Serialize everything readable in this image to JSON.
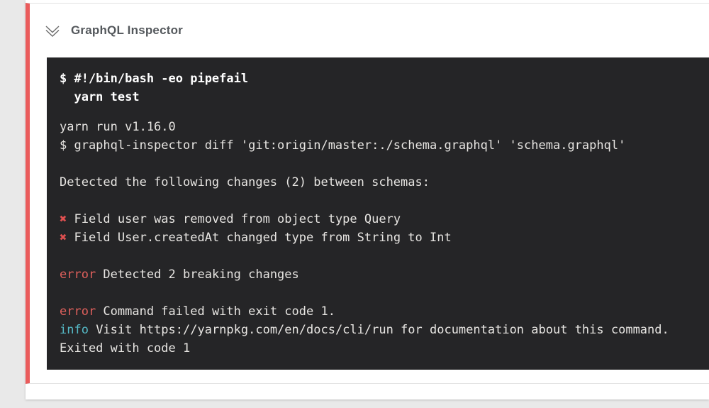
{
  "colors": {
    "page_bg": "#e9e9e9",
    "panel_bg": "#ffffff",
    "step_red": "#ea5c5c",
    "hairline": "#e3e3e3",
    "title_color": "#54585c",
    "icon_gray": "#6e6e6e",
    "term_bg": "#252527",
    "term_text": "#e7e5e2",
    "term_bold": "#ffffff",
    "cross_red": "#df5050",
    "error_red": "#e0605c",
    "info_cyan": "#55b9c6"
  },
  "step": {
    "title": "GraphQL Inspector",
    "collapse_icon": "chevron-double-down",
    "status": "failed"
  },
  "terminal": {
    "command_lines": [
      "$ #!/bin/bash -eo pipefail",
      "  yarn test"
    ],
    "output_lines": [
      [
        {
          "t": "yarn run v1.16.0"
        }
      ],
      [
        {
          "t": "$ graphql-inspector diff 'git:origin/master:./schema.graphql' 'schema.graphql'"
        }
      ],
      [],
      [
        {
          "t": "Detected the following changes (2) between schemas:"
        }
      ],
      [],
      [
        {
          "t": "✖",
          "c": "cross"
        },
        {
          "t": " Field user was removed from object type Query"
        }
      ],
      [
        {
          "t": "✖",
          "c": "cross"
        },
        {
          "t": " Field User.createdAt changed type from String to Int"
        }
      ],
      [],
      [
        {
          "t": "error",
          "c": "error"
        },
        {
          "t": " Detected 2 breaking changes"
        }
      ],
      [],
      [
        {
          "t": "error",
          "c": "error"
        },
        {
          "t": " Command failed with exit code 1."
        }
      ],
      [
        {
          "t": "info",
          "c": "info"
        },
        {
          "t": " Visit https://yarnpkg.com/en/docs/cli/run for documentation about this command."
        }
      ],
      [
        {
          "t": "Exited with code 1"
        }
      ]
    ]
  }
}
